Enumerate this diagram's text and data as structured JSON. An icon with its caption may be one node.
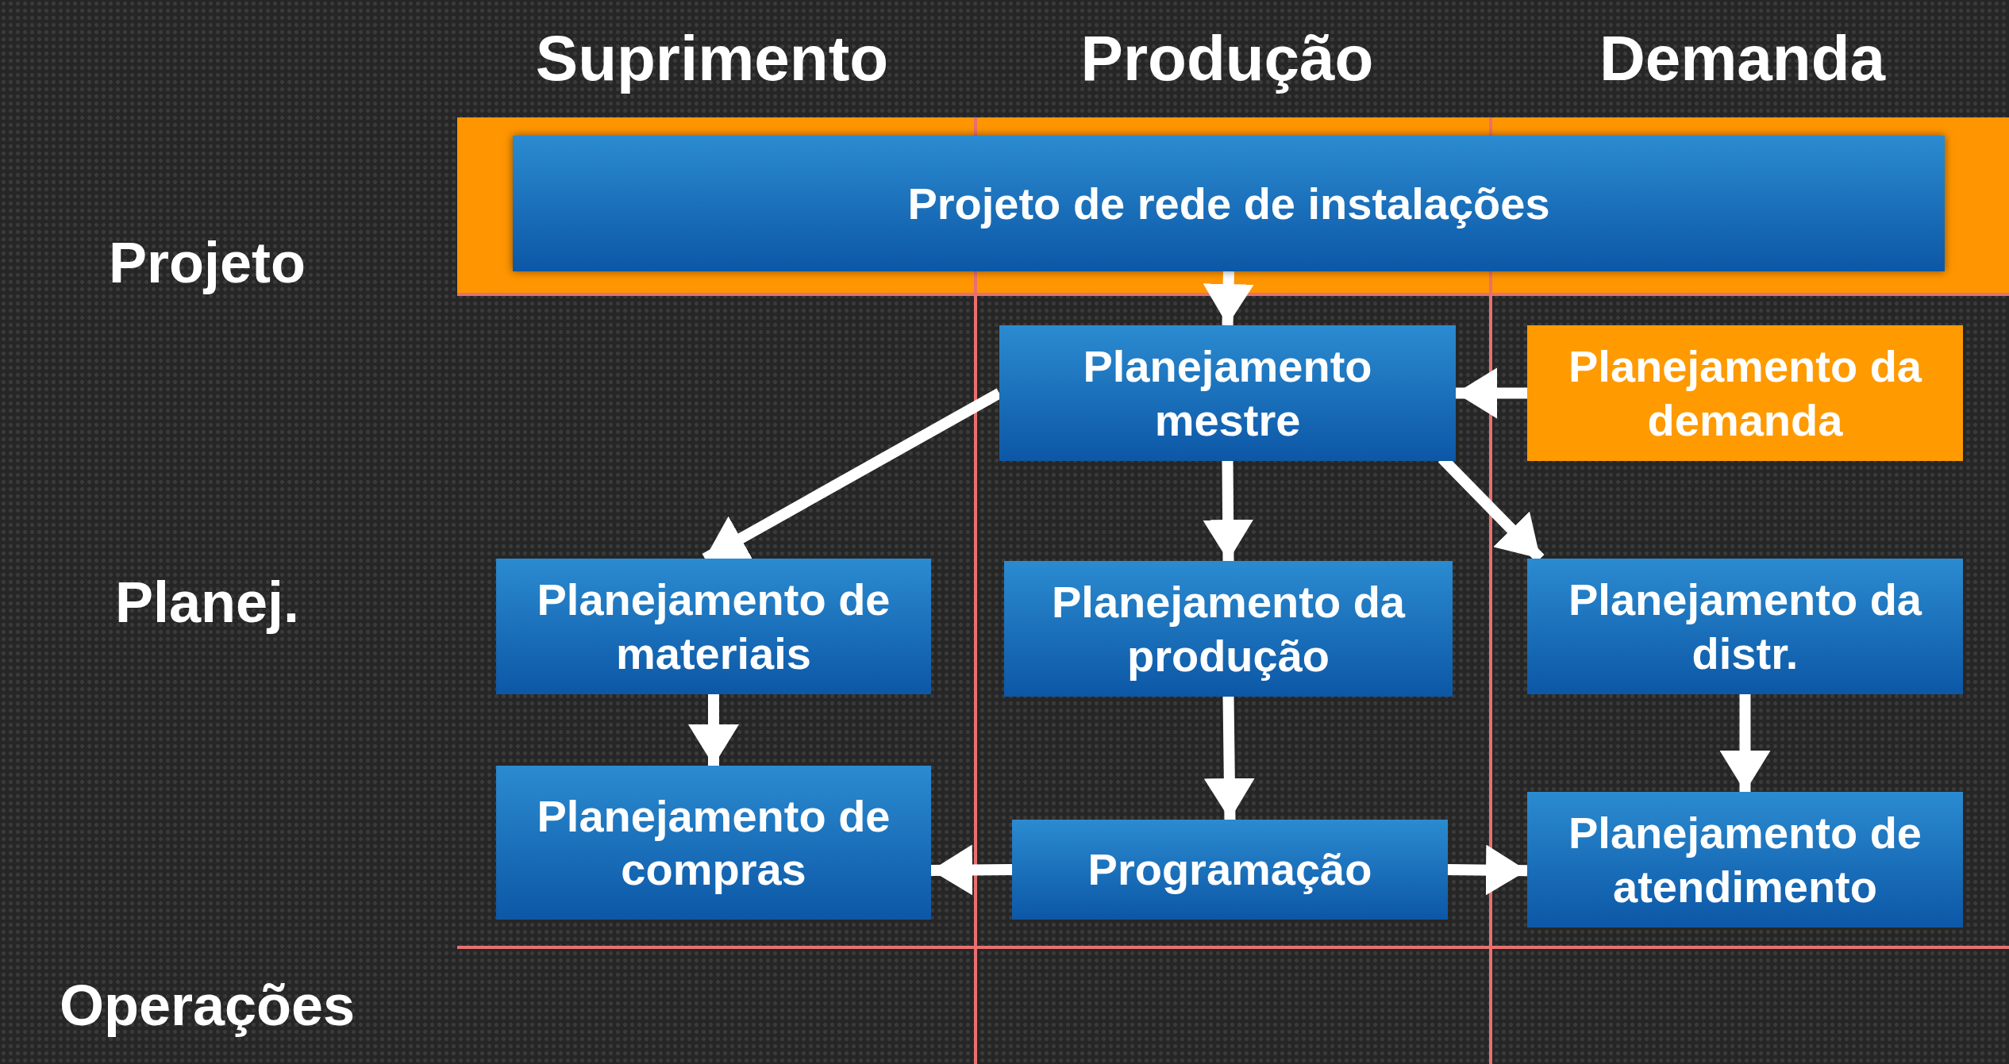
{
  "diagram": {
    "nodes": [
      {
        "text": [
          "Projeto de rede de instalações"
        ]
      },
      {
        "text": [
          "Planejamento mestre"
        ]
      },
      {
        "text": [
          "Planejamento da demanda"
        ]
      },
      {
        "text": [
          "Planejamento de materiais"
        ]
      },
      {
        "text": [
          "Planejamento da produção"
        ]
      },
      {
        "text": [
          "Planejamento da distr."
        ]
      },
      {
        "text": [
          "Planejamento de compras"
        ]
      },
      {
        "text": [
          "Programação"
        ]
      },
      {
        "text": [
          "Planejamento de atendimento"
        ]
      }
    ],
    "edges": [
      {
        "from": 0,
        "to": 1,
        "arrow": "to"
      },
      {
        "from": 2,
        "to": 1,
        "arrow": "to"
      },
      {
        "from": 1,
        "to": 3,
        "arrow": "to"
      },
      {
        "from": 1,
        "to": 4,
        "arrow": "to"
      },
      {
        "from": 1,
        "to": 5,
        "arrow": "to"
      },
      {
        "from": 3,
        "to": 6,
        "arrow": "to"
      },
      {
        "from": 4,
        "to": 7,
        "arrow": "to"
      },
      {
        "from": 5,
        "to": 8,
        "arrow": "to"
      },
      {
        "from": 7,
        "to": 6,
        "arrow": "to"
      },
      {
        "from": 7,
        "to": 8,
        "arrow": "to"
      }
    ],
    "labels": [
      "Suprimento",
      "Produção",
      "Demanda",
      "Projeto",
      "Planej.",
      "Operações"
    ]
  }
}
